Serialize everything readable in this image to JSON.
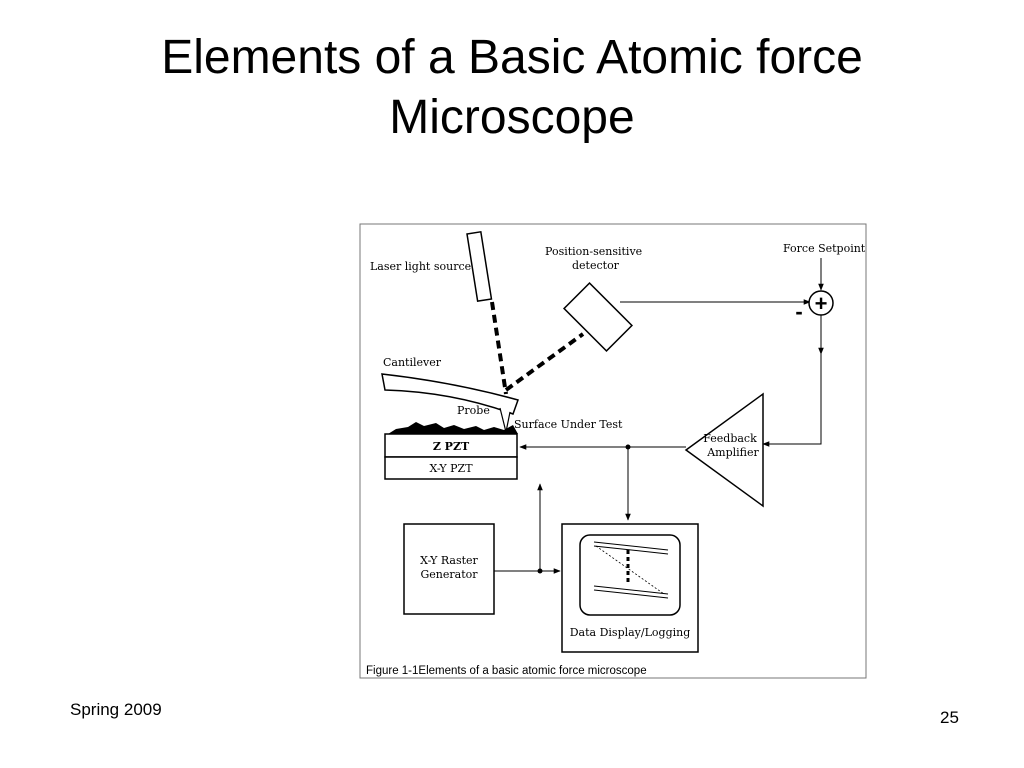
{
  "slide": {
    "title_line1": "Elements of a Basic Atomic force",
    "title_line2": "Microscope",
    "footer_left": "Spring 2009",
    "page_number": "25"
  },
  "figure": {
    "labels": {
      "laser": "Laser light source",
      "detector_line1": "Position-sensitive",
      "detector_line2": "detector",
      "setpoint": "Force Setpoint",
      "cantilever": "Cantilever",
      "probe": "Probe",
      "surface": "Surface Under Test",
      "z_pzt": "Z PZT",
      "xy_pzt": "X-Y PZT",
      "feedback_line1": "Feedback",
      "feedback_line2": "Amplifier",
      "raster_line1": "X-Y Raster",
      "raster_line2": "Generator",
      "display": "Data Display/Logging",
      "plus": "+",
      "minus": "-"
    },
    "caption": "Figure 1-1Elements of a basic atomic force microscope"
  }
}
